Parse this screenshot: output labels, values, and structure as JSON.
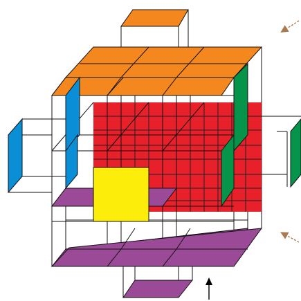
{
  "diagram": {
    "cube_layers": 4,
    "faces": [
      {
        "name": "red",
        "color": "#e8202a"
      },
      {
        "name": "orange",
        "color": "#f4881f"
      },
      {
        "name": "green",
        "color": "#06944a"
      },
      {
        "name": "blue",
        "color": "#0a8fd6"
      },
      {
        "name": "purple",
        "color": "#9b4a97"
      },
      {
        "name": "yellow",
        "color": "#fcee0a"
      }
    ],
    "line_color": "#111111",
    "cue_arrow_color": "#a87b52",
    "pointer_arrow_color": "#000000",
    "icons": [
      "cue-arrow-top-right",
      "cue-arrow-bottom-right",
      "up-arrow"
    ]
  }
}
